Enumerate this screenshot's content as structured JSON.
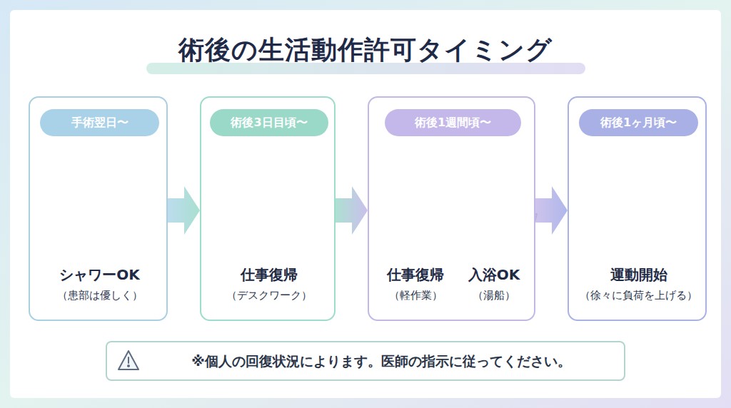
{
  "diagram": {
    "title": "術後の生活動作許可タイミング",
    "nodes": [
      {
        "text": [
          "シャワーOK",
          "（患部は優しく）"
        ]
      },
      {
        "text": [
          "手術翌日〜"
        ],
        "in": 0
      },
      {
        "text": [
          "仕事復帰",
          "（デスクワーク）"
        ]
      },
      {
        "text": [
          "術後3日目頃〜"
        ],
        "in": 2
      },
      {
        "text": [
          "仕事復帰",
          "（軽作業）",
          "入浴OK",
          "（湯船）"
        ]
      },
      {
        "text": [
          "術後1週間頃〜"
        ],
        "in": 4
      },
      {
        "text": [
          "運動開始",
          "（徐々に負荷を上げる）"
        ]
      },
      {
        "text": [
          "術後1ヶ月頃〜"
        ],
        "in": 6
      },
      {
        "text": [
          "※個人の回復状況によります。医師の指示に従ってください。"
        ]
      }
    ],
    "edges": [
      {
        "from": 0,
        "to": 2,
        "arrow": "to"
      },
      {
        "from": 2,
        "to": 4,
        "arrow": "to"
      },
      {
        "from": 4,
        "to": 6,
        "arrow": "to"
      }
    ]
  }
}
